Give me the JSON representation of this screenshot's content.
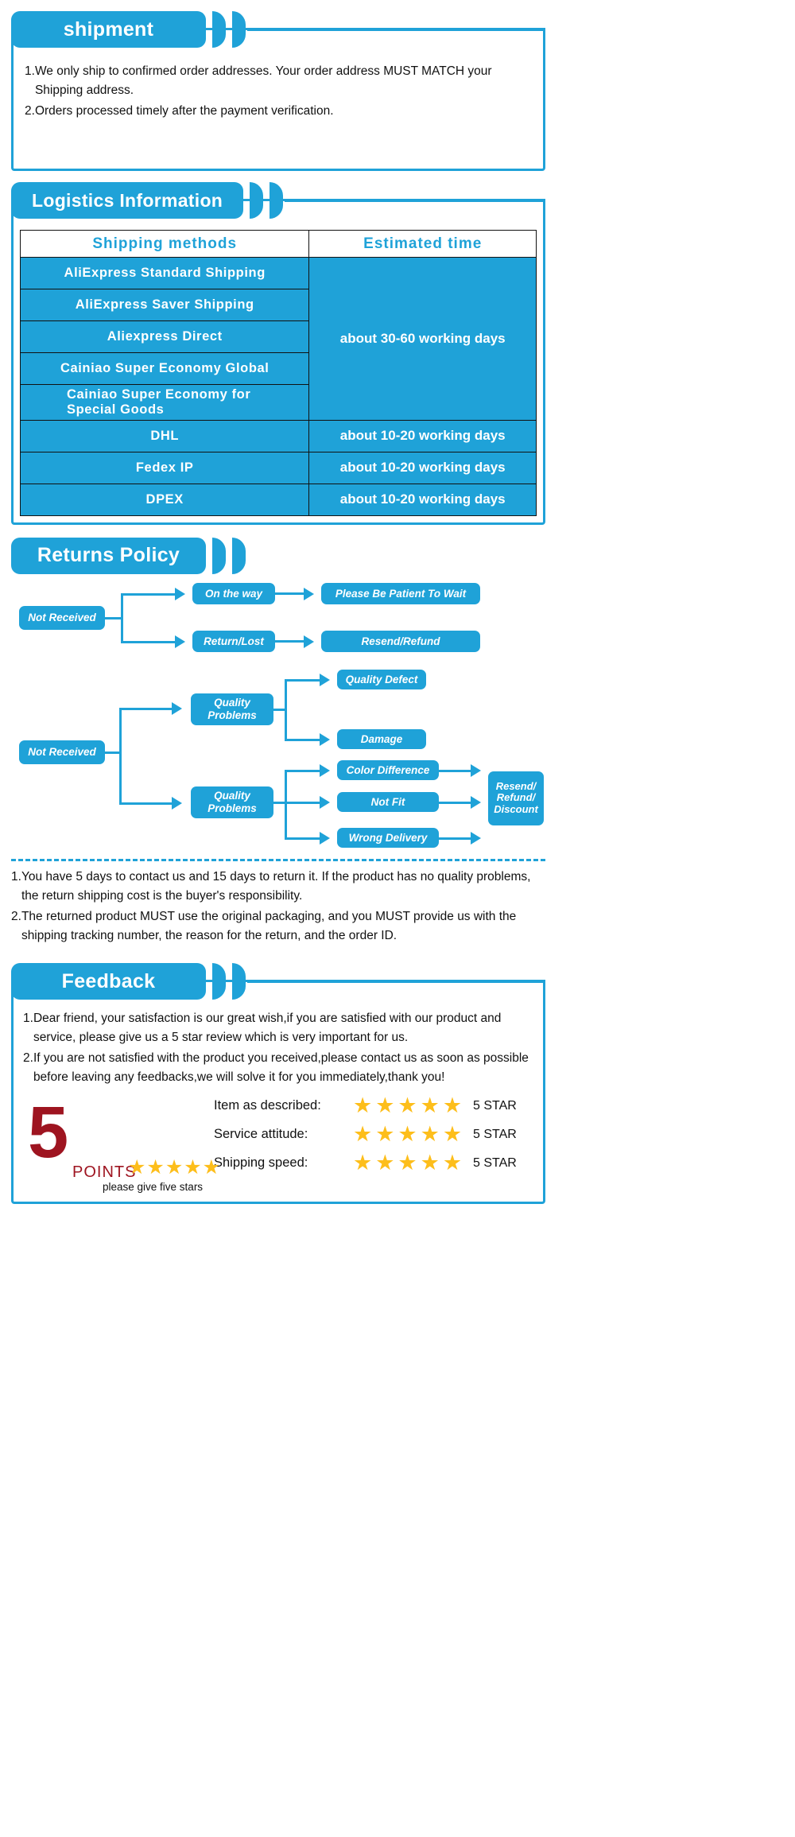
{
  "shipment": {
    "title": "shipment",
    "items": [
      {
        "num": "1.",
        "text": "We only ship to confirmed order addresses. Your order address MUST MATCH your Shipping address."
      },
      {
        "num": "2.",
        "text": "Orders processed timely after the payment verification."
      }
    ]
  },
  "logistics": {
    "title": "Logistics Information",
    "headers": [
      "Shipping  methods",
      "Estimated  time"
    ],
    "rows": [
      {
        "method": "AliExpress  Standard  Shipping",
        "time": "about 30-60 working days",
        "span": 5
      },
      {
        "method": "AliExpress  Saver  Shipping"
      },
      {
        "method": "Aliexpress  Direct"
      },
      {
        "method": "Cainiao  Super  Economy  Global"
      },
      {
        "method": "Cainiao  Super  Economy  for\nSpecial  Goods"
      },
      {
        "method": "DHL",
        "time": "about 10-20 working days",
        "span": 1
      },
      {
        "method": "Fedex  IP",
        "time": "about 10-20 working days",
        "span": 1
      },
      {
        "method": "DPEX",
        "time": "about 10-20 working days",
        "span": 1
      }
    ]
  },
  "returns": {
    "title": "Returns Policy",
    "flow1": {
      "root": "Not Received",
      "branches": [
        {
          "mid": "On the way",
          "end": "Please Be Patient To Wait"
        },
        {
          "mid": "Return/Lost",
          "end": "Resend/Refund"
        }
      ]
    },
    "flow2": {
      "root": "Not Received",
      "mid1": "Quality\nProblems",
      "mid2": "Quality\nProblems",
      "leaves1": [
        "Quality Defect",
        "Damage"
      ],
      "leaves2": [
        "Color Difference",
        "Not Fit",
        "Wrong Delivery"
      ],
      "final": "Resend/\nRefund/\nDiscount"
    },
    "notes": [
      {
        "num": "1.",
        "text": "You have 5 days to contact us and 15 days to return it. If the product has no quality problems, the return shipping cost is the buyer's responsibility."
      },
      {
        "num": "2.",
        "text": "The returned product MUST use the original packaging, and you MUST provide us with the shipping tracking number, the reason for the return, and the order ID."
      }
    ]
  },
  "feedback": {
    "title": "Feedback",
    "items": [
      {
        "num": "1.",
        "text": "Dear friend, your satisfaction is our great wish,if you are satisfied with our product and service, please give us a 5 star review which is very important for us."
      },
      {
        "num": "2.",
        "text": "If you are not satisfied with the product you received,please contact us as soon as possible before leaving any feedbacks,we will solve it for you immediately,thank you!"
      }
    ],
    "logo": {
      "number": "5",
      "word": "POINTS",
      "stars": "★★★★★",
      "caption": "please give five stars"
    },
    "ratings": [
      {
        "label": "Item as described:",
        "stars": "★★★★★",
        "suffix": "5 STAR"
      },
      {
        "label": "Service attitude:",
        "stars": "★★★★★",
        "suffix": "5 STAR"
      },
      {
        "label": "Shipping speed:",
        "stars": "★★★★★",
        "suffix": "5 STAR"
      }
    ]
  },
  "colors": {
    "accent": "#1fa2d8",
    "red": "#9e1420",
    "star": "#fdbe1b"
  }
}
